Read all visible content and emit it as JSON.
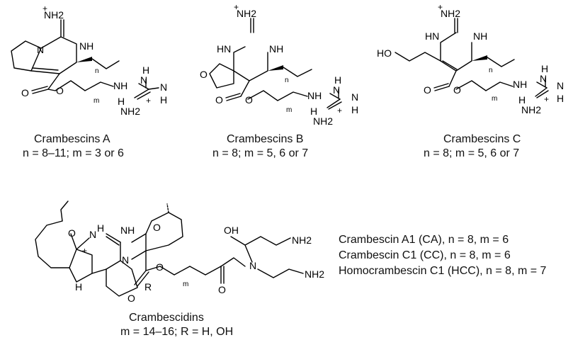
{
  "atoms": {
    "NH2": "NH2",
    "NH": "NH",
    "HN": "HN",
    "N": "N",
    "O": "O",
    "H": "H",
    "HO": "HO",
    "OH": "OH",
    "plus": "+",
    "n": "n",
    "m": "m",
    "R": "R",
    "Hstereo": "H"
  },
  "structures": [
    {
      "name": "Crambescins A",
      "condition": "n = 8–11; m = 3 or 6"
    },
    {
      "name": "Crambescins B",
      "condition": "n = 8; m = 5, 6 or 7"
    },
    {
      "name": "Crambescins C",
      "condition": "n = 8; m = 5, 6 or 7"
    },
    {
      "name": "Crambescidins",
      "condition": "m = 14–16; R = H, OH"
    }
  ],
  "compounds": [
    "Crambescin A1 (CA), n = 8, m = 6",
    "Crambescin C1 (CC), n = 8, m = 6",
    "Homocrambescin C1 (HCC), n = 8, m = 7"
  ]
}
